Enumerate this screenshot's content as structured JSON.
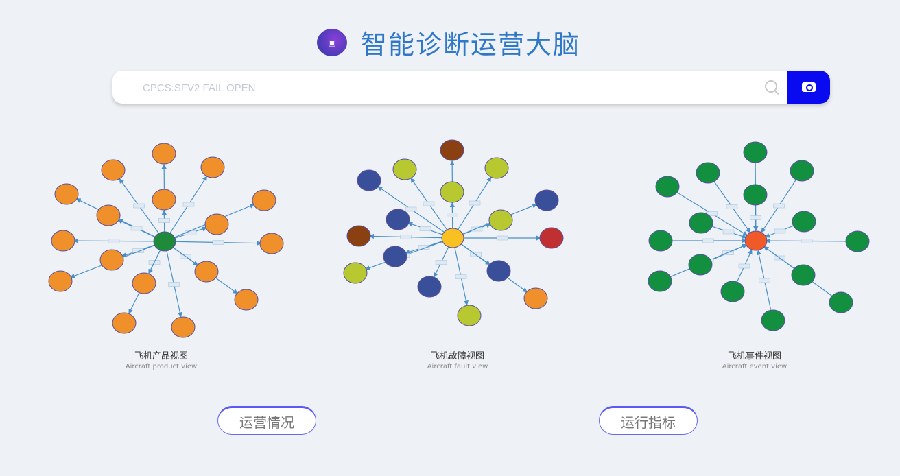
{
  "header": {
    "title": "智能诊断运营大脑",
    "logo_icon": "brain-logo-icon"
  },
  "search": {
    "placeholder": "CPCS:SFV2 FAIL OPEN",
    "search_icon": "search-icon",
    "submit_icon": "screen-check-icon"
  },
  "views": [
    {
      "title_zh": "飞机产品视图",
      "title_en": "Aircraft product view",
      "center_color": "#1e8a3a",
      "node_colors": [
        "#f0902a"
      ],
      "edge_direction": "outward"
    },
    {
      "title_zh": "飞机故障视图",
      "title_en": "Aircraft fault view",
      "center_color": "#f8c020",
      "node_colors": [
        "#8a4010",
        "#b8c830",
        "#3a4f9a",
        "#c03030",
        "#f0902a"
      ],
      "edge_direction": "outward"
    },
    {
      "title_zh": "飞机事件视图",
      "title_en": "Aircraft event view",
      "center_color": "#f05a28",
      "node_colors": [
        "#129040"
      ],
      "edge_direction": "inward"
    }
  ],
  "buttons": {
    "operations": "运营情况",
    "metrics": "运行指标"
  },
  "colors": {
    "accent": "#0a0af0",
    "title": "#2f78c8",
    "edge": "#4a90c8"
  }
}
